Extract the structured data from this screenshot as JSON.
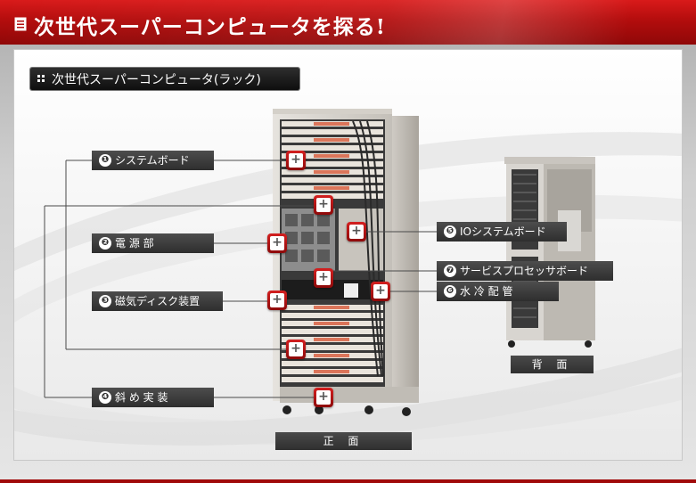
{
  "header": {
    "title": "次世代スーパーコンピュータを探る!"
  },
  "subtitle": "次世代スーパーコンピュータ(ラック)",
  "components": [
    {
      "number": "❶",
      "label": "システムボード"
    },
    {
      "number": "❷",
      "label": "電 源 部"
    },
    {
      "number": "❸",
      "label": "磁気ディスク装置"
    },
    {
      "number": "❹",
      "label": "斜 め 実 装"
    },
    {
      "number": "❺",
      "label": "IOシステムボード"
    },
    {
      "number": "❻",
      "label": "水 冷 配 管"
    },
    {
      "number": "❼",
      "label": "サービスプロセッサボード"
    }
  ],
  "captions": {
    "front": "正 面",
    "back": "背 面"
  },
  "colors": {
    "header_red": "#b30d0d",
    "label_bg": "#3a3a3a",
    "plus_red": "#c41616"
  },
  "icons": {
    "header": "document-icon",
    "subtitle": "dots-icon",
    "hotspot": "plus-icon"
  }
}
